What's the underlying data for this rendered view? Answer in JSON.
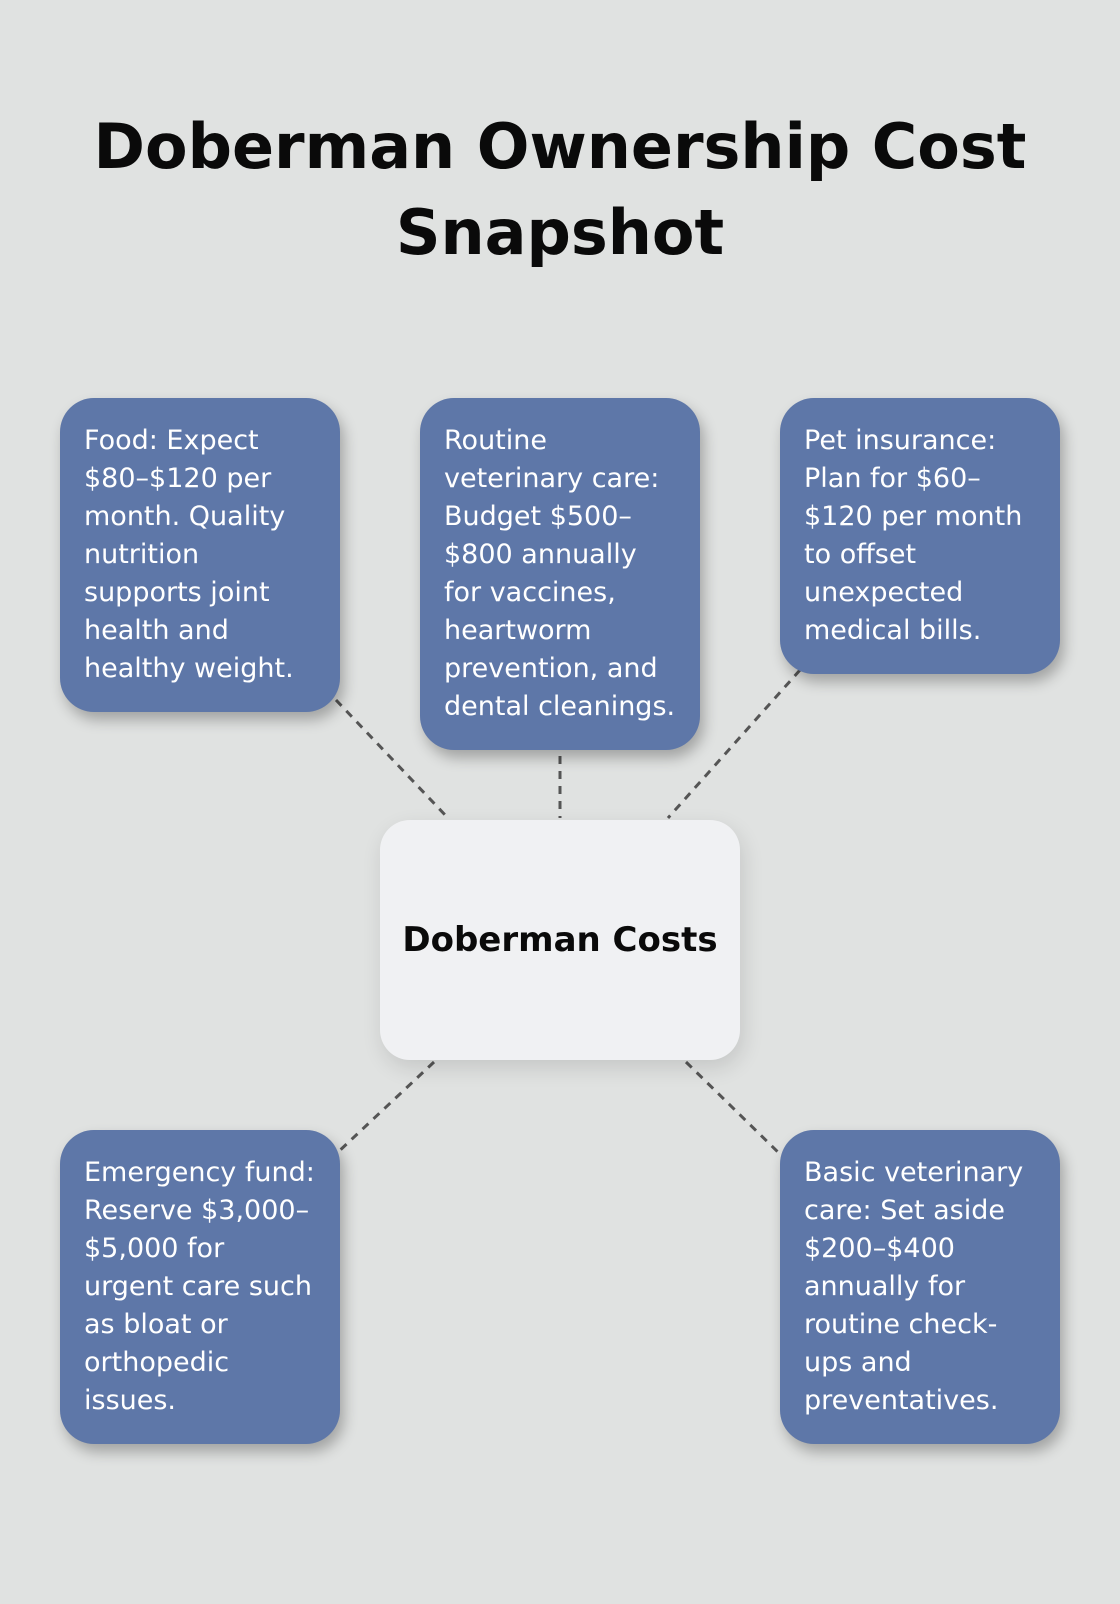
{
  "title": "Doberman Ownership Cost Snapshot",
  "center": {
    "label": "Doberman Costs"
  },
  "cards": {
    "food": "Food: Expect $80–$120 per month. Quality nutrition supports joint health and healthy weight.",
    "routine_vet": "Routine veterinary care: Budget $500–$800 annually for vaccines, heartworm prevention, and dental cleanings.",
    "insurance": "Pet insurance: Plan for $60–$120 per month to offset unexpected medical bills.",
    "emergency": "Emergency fund: Reserve $3,000–$5,000 for urgent care such as bloat or orthopedic issues.",
    "basic_vet": "Basic veterinary care: Set aside $200–$400 annually for routine check-ups and preventatives."
  },
  "colors": {
    "background": "#e0e2e1",
    "card": "#5e77a8",
    "center": "#f0f1f3",
    "connector": "#555555"
  }
}
